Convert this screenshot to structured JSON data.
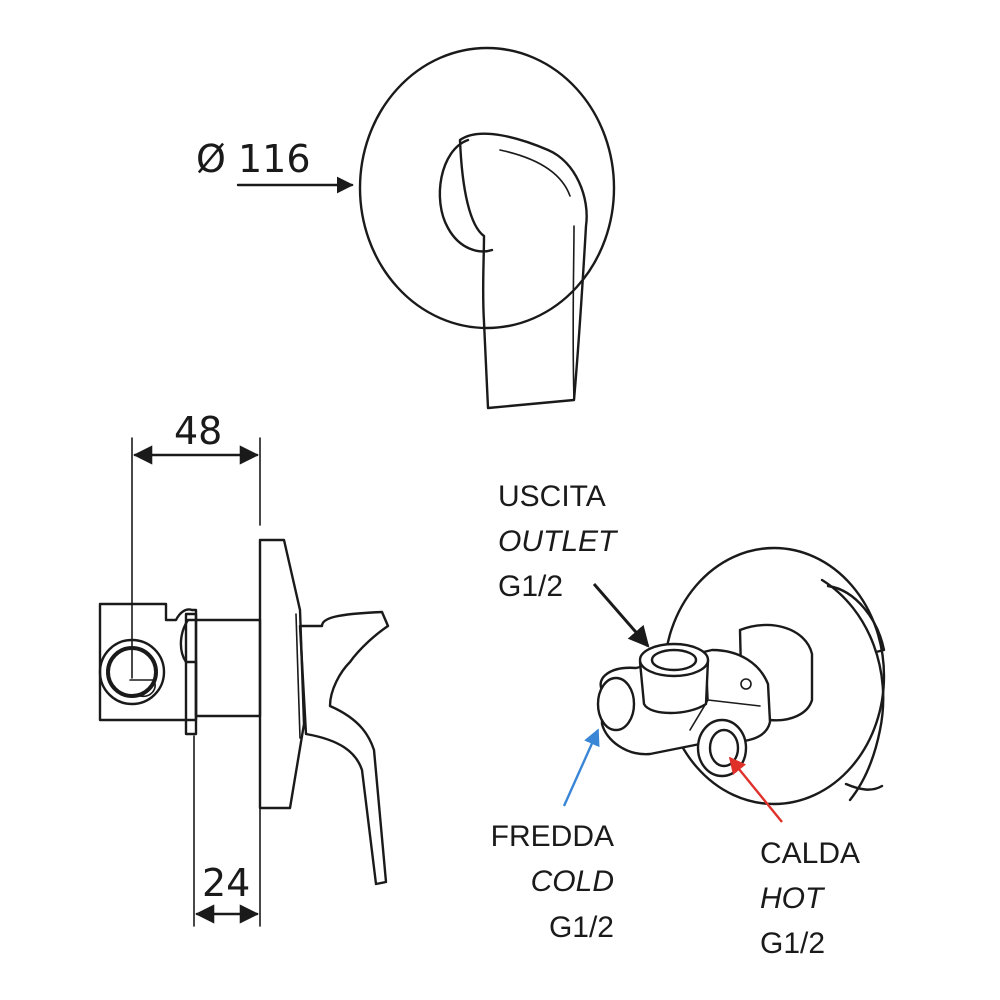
{
  "dimensions": {
    "diameter": "Ø 116",
    "depth": "48",
    "plate_offset": "24"
  },
  "connections": {
    "outlet": {
      "it": "USCITA",
      "en": "OUTLET",
      "thread": "G1/2",
      "arrow_color": "#1a1a1a"
    },
    "cold": {
      "it": "FREDDA",
      "en": "COLD",
      "thread": "G1/2",
      "arrow_color": "#3a86d6"
    },
    "hot": {
      "it": "CALDA",
      "en": "HOT",
      "thread": "G1/2",
      "arrow_color": "#e0302a"
    }
  }
}
